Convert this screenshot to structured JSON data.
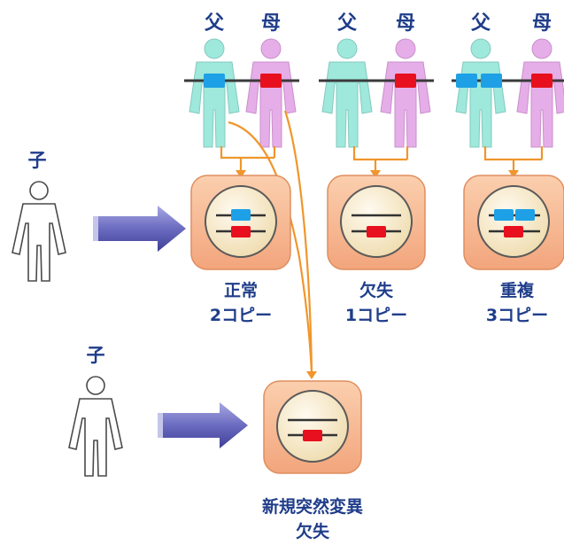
{
  "parents": {
    "father_label": "父",
    "mother_label": "母"
  },
  "child_label": "子",
  "captions": {
    "normal": {
      "line1": "正常",
      "line2": "2コピー"
    },
    "deletion": {
      "line1": "欠失",
      "line2": "1コピー"
    },
    "dup": {
      "line1": "重複",
      "line2": "3コピー"
    },
    "denovo": {
      "line1": "新規突然変異",
      "line2": "欠失"
    }
  },
  "colors": {
    "father_body": "#9ee8dc",
    "mother_body": "#e6aee8",
    "copy_father": "#1ea0e6",
    "copy_mother": "#e8101e",
    "box_fill": "#f7b48c",
    "circle_fill": "#f6ebc8",
    "arrow_purple": "#6f6fc2",
    "link_orange": "#f0962c",
    "label_blue": "#1f3d8a"
  },
  "icons": [
    "father-figure-icon",
    "mother-figure-icon",
    "child-figure-icon",
    "right-arrow-icon",
    "chromosome-icon"
  ]
}
